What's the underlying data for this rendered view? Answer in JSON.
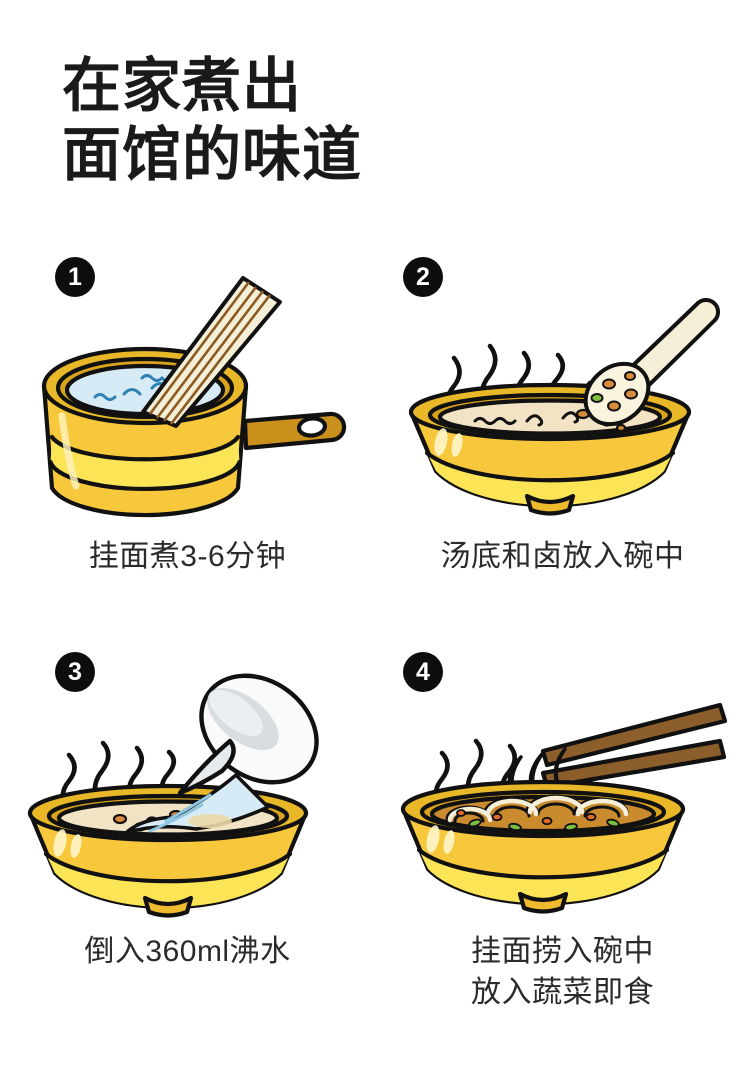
{
  "page": {
    "background_color": "#ffffff",
    "text_color": "#2b2b2b",
    "title_color": "#1a1a1a"
  },
  "title": {
    "line1": "在家煮出",
    "line2": "面馆的味道"
  },
  "palette": {
    "bowl_upper": "#F8C83C",
    "bowl_lower": "#FBE556",
    "bowl_rim": "#D9A41C",
    "bowl_rim_dark": "#C08E18",
    "outline": "#111111",
    "soup": "#F2E3C4",
    "broth_dark": "#C98B2E",
    "water_blue": "#D6EBF5",
    "noodle_cream": "#F6EFD8",
    "noodle_stripe": "#8A5A22",
    "chopstick": "#8B5E2B",
    "kettle_white": "#FAFAFA",
    "kettle_gray": "#D8DDE0",
    "veg_green": "#7FBF3F",
    "veg_red": "#E06A2A",
    "badge_bg": "#0d0d0d",
    "badge_text": "#ffffff"
  },
  "steps": [
    {
      "number": "❶",
      "number_text": "1",
      "caption_lines": [
        "挂面煮3-6分钟"
      ],
      "illustration": "pot-with-water-and-dried-noodles"
    },
    {
      "number": "❷",
      "number_text": "2",
      "caption_lines": [
        "汤底和卤放入碗中"
      ],
      "illustration": "bowl-with-soup-base-and-spoon"
    },
    {
      "number": "❸",
      "number_text": "3",
      "caption_lines": [
        "倒入360ml沸水"
      ],
      "illustration": "pouring-boiling-water-into-bowl"
    },
    {
      "number": "❹",
      "number_text": "4",
      "caption_lines": [
        "挂面捞入碗中",
        "放入蔬菜即食"
      ],
      "illustration": "bowl-of-noodles-with-chopsticks"
    }
  ]
}
